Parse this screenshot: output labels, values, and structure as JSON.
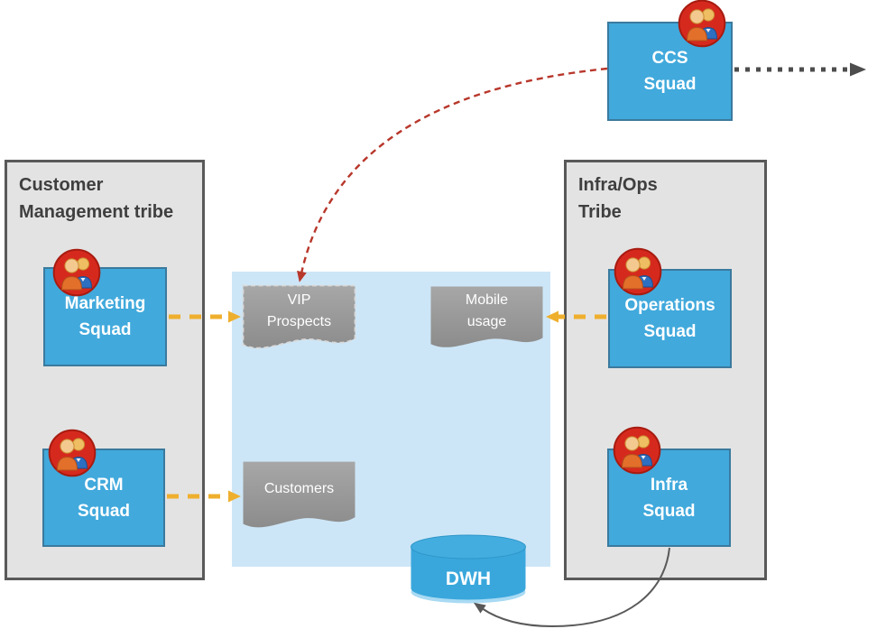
{
  "diagram": {
    "tribes": [
      {
        "name": "customer-management-tribe",
        "title_line1": "Customer",
        "title_line2": "Management tribe"
      },
      {
        "name": "infra-ops-tribe",
        "title_line1": "Infra/Ops",
        "title_line2": "Tribe"
      }
    ],
    "squads": [
      {
        "name": "ccs-squad",
        "line1": "CCS",
        "line2": "Squad"
      },
      {
        "name": "marketing-squad",
        "line1": "Marketing",
        "line2": "Squad"
      },
      {
        "name": "crm-squad",
        "line1": "CRM",
        "line2": "Squad"
      },
      {
        "name": "operations-squad",
        "line1": "Operations",
        "line2": "Squad"
      },
      {
        "name": "infra-squad",
        "line1": "Infra",
        "line2": "Squad"
      }
    ],
    "data_stores": [
      {
        "name": "vip-prospects",
        "line1": "VIP",
        "line2": "Prospects",
        "shape": "document",
        "border": "dashed"
      },
      {
        "name": "mobile-usage",
        "line1": "Mobile",
        "line2": "usage",
        "shape": "document",
        "border": "solid"
      },
      {
        "name": "customers",
        "line1": "Customers",
        "shape": "document",
        "border": "solid"
      },
      {
        "name": "dwh",
        "label": "DWH",
        "shape": "cylinder"
      }
    ],
    "edges": [
      {
        "from": "marketing-squad",
        "to": "vip-prospects",
        "style": "dashed",
        "color": "#EFAF2E"
      },
      {
        "from": "crm-squad",
        "to": "customers",
        "style": "dashed",
        "color": "#EFAF2E"
      },
      {
        "from": "operations-squad",
        "to": "mobile-usage",
        "style": "dashed",
        "color": "#EFAF2E"
      },
      {
        "from": "ccs-squad",
        "to": "vip-prospects",
        "style": "dashed",
        "color": "#B8372B"
      },
      {
        "from": "ccs-squad",
        "to": "external-right",
        "style": "dotted",
        "color": "#4D4D4D"
      },
      {
        "from": "infra-squad",
        "to": "dwh",
        "style": "solid",
        "color": "#595959"
      }
    ],
    "colors": {
      "squad_fill": "#41A9DC",
      "squad_border": "#3B7A9E",
      "tribe_fill": "#E3E3E3",
      "tribe_border": "#595959",
      "data_area_fill": "#CDE6F7",
      "document_fill_top": "#A7A7A7",
      "document_fill_bottom": "#8C8C8C",
      "cylinder_fill": "#39A7DC",
      "team_icon_red": "#D6291E",
      "arrow_yellow": "#EFAF2E",
      "arrow_red": "#B8372B",
      "arrow_dotted_black": "#4D4D4D",
      "arrow_solid_gray": "#595959"
    }
  }
}
